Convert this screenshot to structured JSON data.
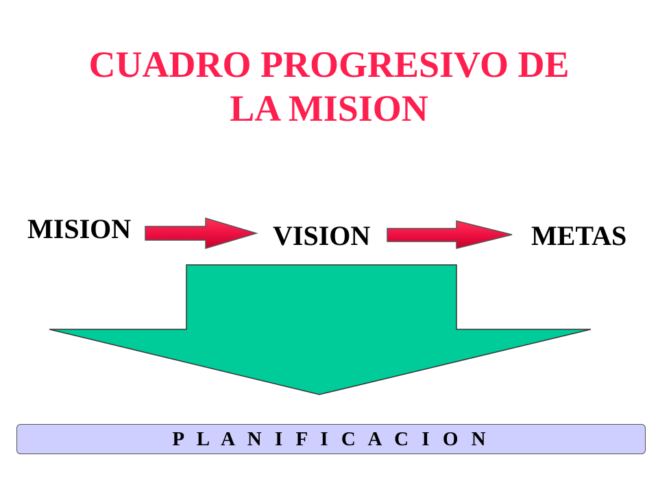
{
  "title": {
    "line1": "CUADRO PROGRESIVO DE",
    "line2": "LA MISION"
  },
  "flow": {
    "steps": [
      "MISION",
      "VISION",
      "METAS"
    ]
  },
  "bottom_bar": {
    "label": "P L A N I F I C A C I O N"
  },
  "colors": {
    "title": "#ff1f4f",
    "arrow_red": "#ee1144",
    "big_arrow_green": "#00cc99",
    "bar_fill": "#cfcfff"
  },
  "icons": [
    "red-arrow-icon",
    "red-arrow-icon",
    "green-down-arrow-icon"
  ]
}
